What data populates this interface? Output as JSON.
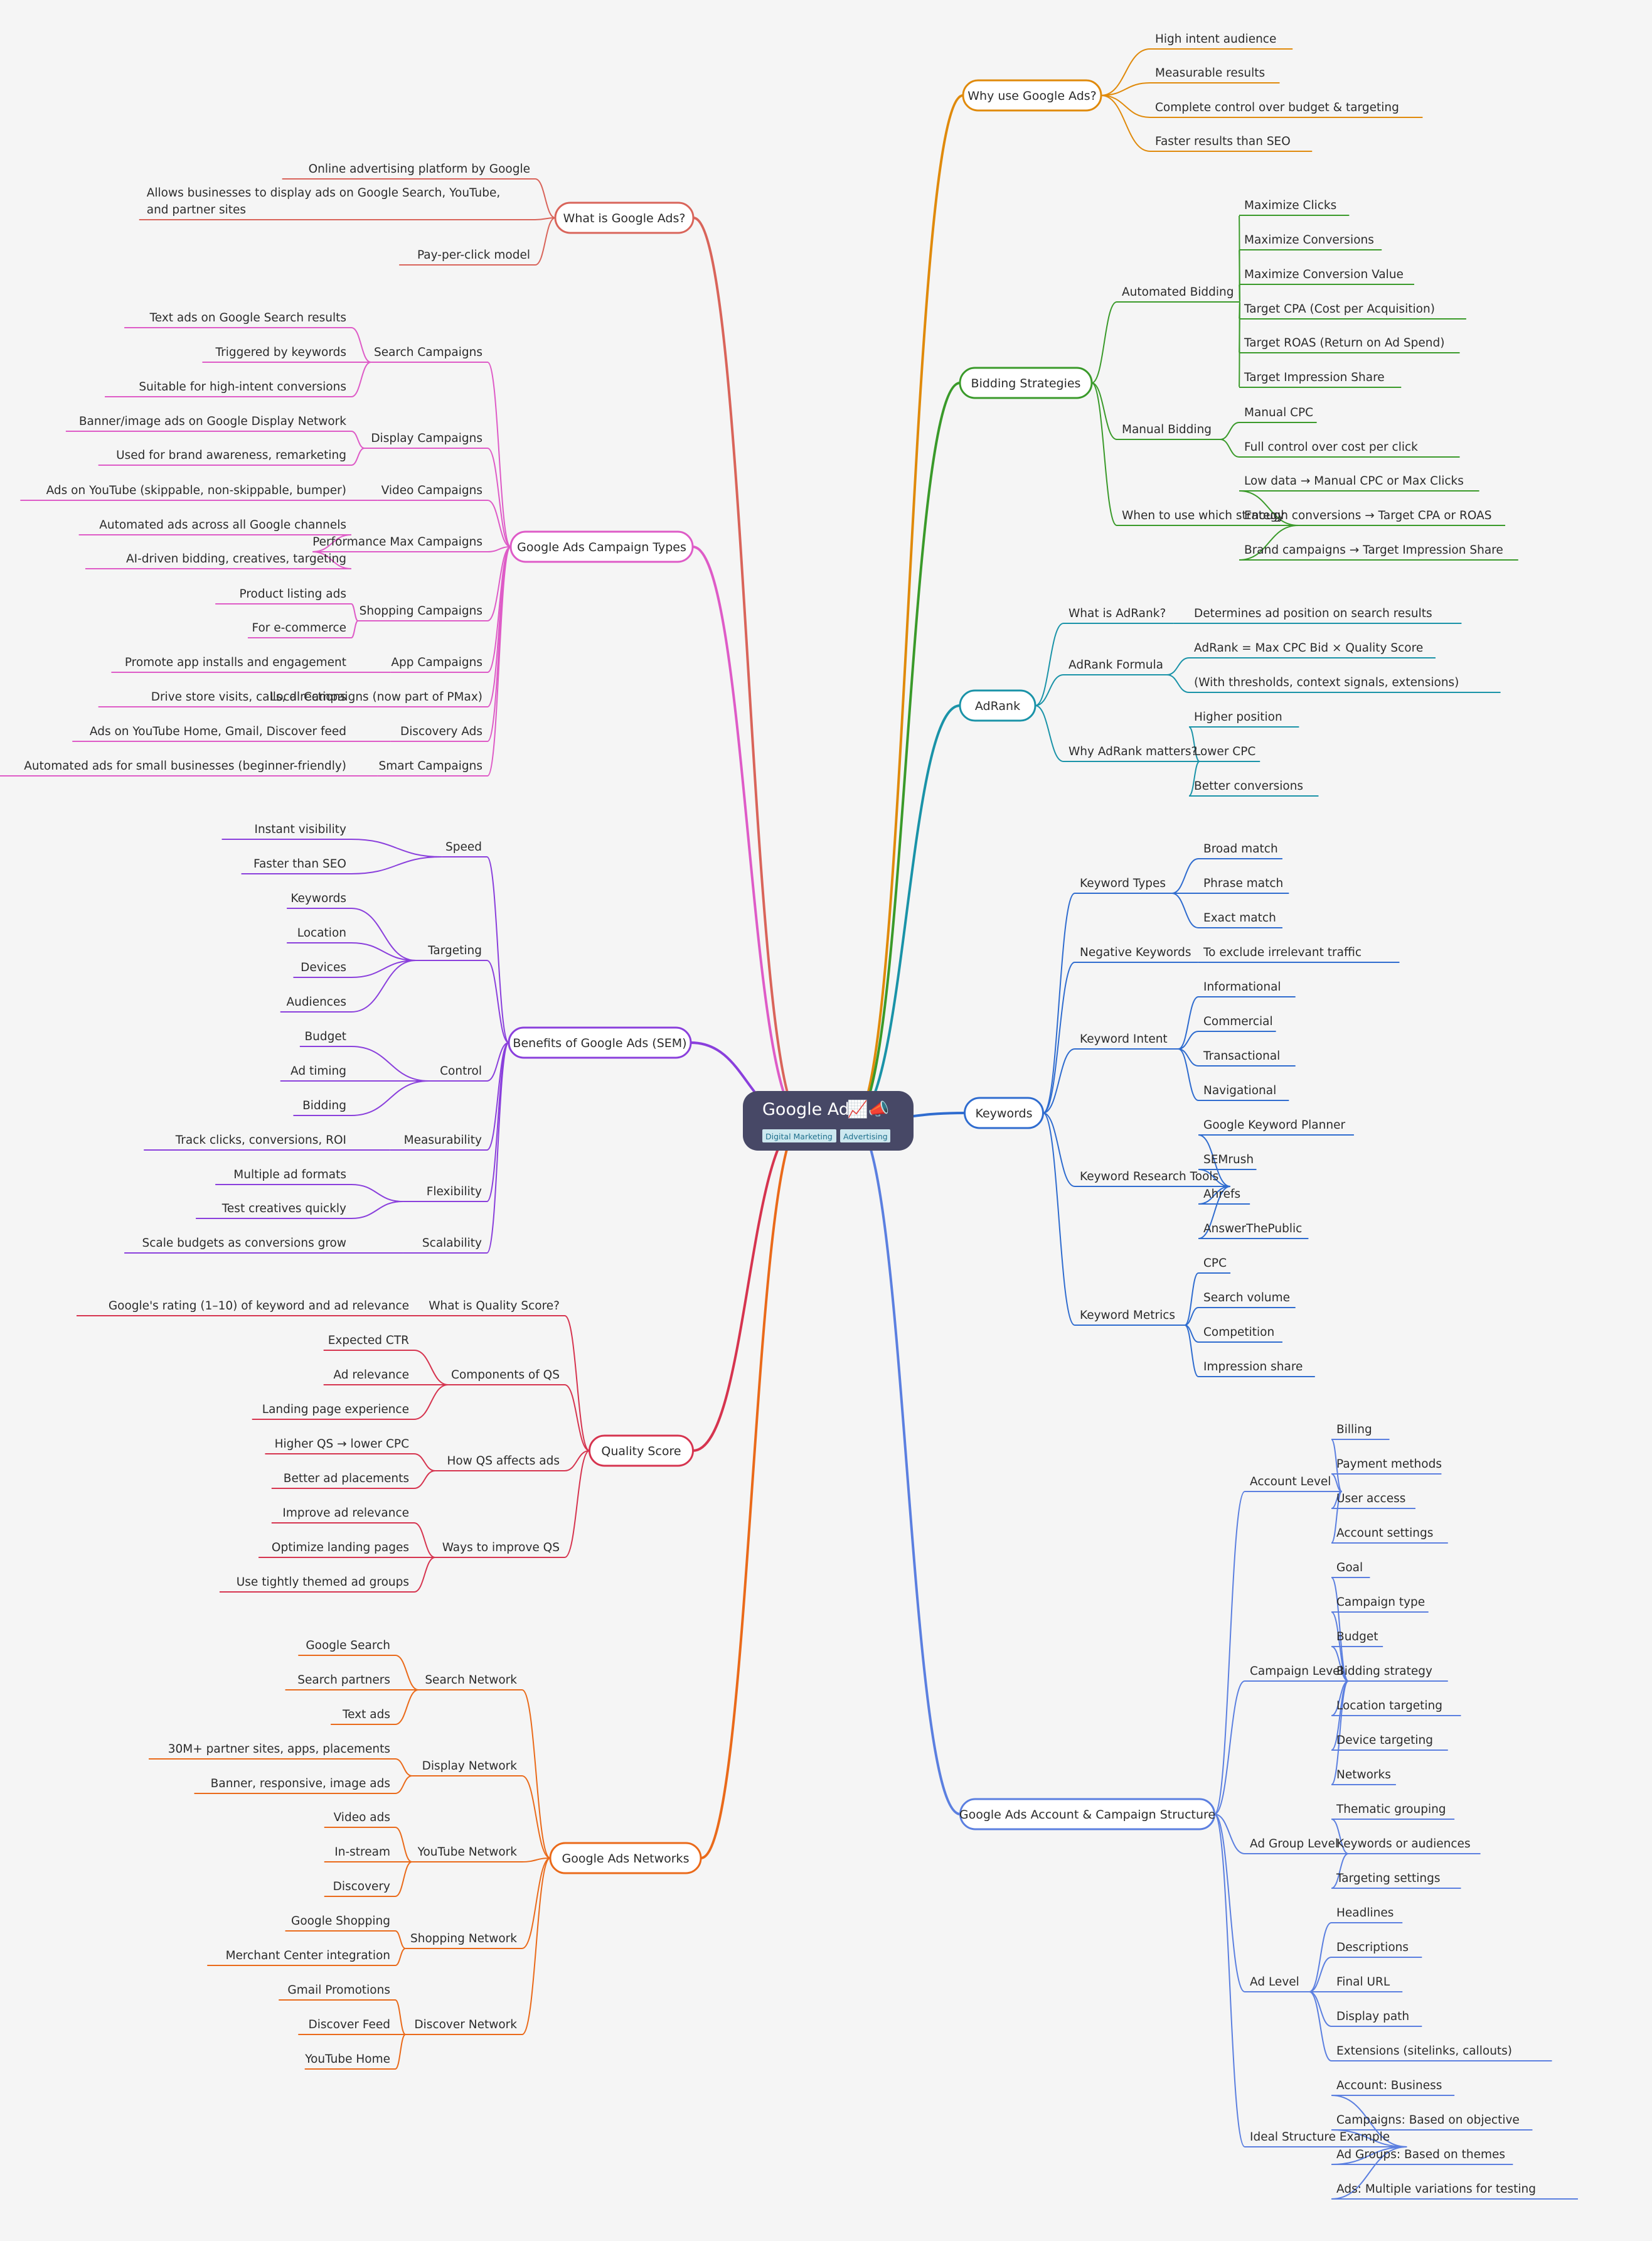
{
  "root": {
    "title": "Google Ads",
    "emoji": "📈📣",
    "tags": [
      "Digital Marketing",
      "Advertising"
    ]
  },
  "branches": [
    {
      "label": "Why use Google Ads?",
      "side": "right",
      "color": "#e08a0b",
      "children": [
        {
          "label": "High intent audience"
        },
        {
          "label": "Measurable results"
        },
        {
          "label": "Complete control over budget & targeting"
        },
        {
          "label": "Faster results than SEO"
        }
      ]
    },
    {
      "label": "Bidding Strategies",
      "side": "right",
      "color": "#3a9a2a",
      "children": [
        {
          "label": "Automated Bidding",
          "children": [
            {
              "label": "Maximize Clicks"
            },
            {
              "label": "Maximize Conversions"
            },
            {
              "label": "Maximize Conversion Value"
            },
            {
              "label": "Target CPA (Cost per Acquisition)"
            },
            {
              "label": "Target ROAS (Return on Ad Spend)"
            },
            {
              "label": "Target Impression Share"
            }
          ]
        },
        {
          "label": "Manual Bidding",
          "children": [
            {
              "label": "Manual CPC"
            },
            {
              "label": "Full control over cost per click"
            }
          ]
        },
        {
          "label": "When to use which strategy",
          "children": [
            {
              "label": "Low data → Manual CPC or Max Clicks"
            },
            {
              "label": "Enough conversions → Target CPA or ROAS"
            },
            {
              "label": "Brand campaigns → Target Impression Share"
            }
          ]
        }
      ]
    },
    {
      "label": "AdRank",
      "side": "right",
      "color": "#1a93a8",
      "children": [
        {
          "label": "What is AdRank?",
          "children": [
            {
              "label": "Determines ad position on search results"
            }
          ]
        },
        {
          "label": "AdRank Formula",
          "children": [
            {
              "label": "AdRank = Max CPC Bid × Quality Score"
            },
            {
              "label": "(With thresholds, context signals, extensions)"
            }
          ]
        },
        {
          "label": "Why AdRank matters?",
          "children": [
            {
              "label": "Higher position"
            },
            {
              "label": "Lower CPC"
            },
            {
              "label": "Better conversions"
            }
          ]
        }
      ]
    },
    {
      "label": "Keywords",
      "side": "right",
      "color": "#2f6ccf",
      "children": [
        {
          "label": "Keyword Types",
          "children": [
            {
              "label": "Broad match"
            },
            {
              "label": "Phrase match"
            },
            {
              "label": "Exact match"
            }
          ]
        },
        {
          "label": "Negative Keywords",
          "children": [
            {
              "label": "To exclude irrelevant traffic"
            }
          ]
        },
        {
          "label": "Keyword Intent",
          "children": [
            {
              "label": "Informational"
            },
            {
              "label": "Commercial"
            },
            {
              "label": "Transactional"
            },
            {
              "label": "Navigational"
            }
          ]
        },
        {
          "label": "Keyword Research Tools",
          "children": [
            {
              "label": "Google Keyword Planner"
            },
            {
              "label": "SEMrush"
            },
            {
              "label": "Ahrefs"
            },
            {
              "label": "AnswerThePublic"
            }
          ]
        },
        {
          "label": "Keyword Metrics",
          "children": [
            {
              "label": "CPC"
            },
            {
              "label": "Search volume"
            },
            {
              "label": "Competition"
            },
            {
              "label": "Impression share"
            }
          ]
        }
      ]
    },
    {
      "label": "Google Ads Account & Campaign Structure",
      "side": "right",
      "color": "#5b7fe0",
      "children": [
        {
          "label": "Account Level",
          "children": [
            {
              "label": "Billing"
            },
            {
              "label": "Payment methods"
            },
            {
              "label": "User access"
            },
            {
              "label": "Account settings"
            }
          ]
        },
        {
          "label": "Campaign Level",
          "children": [
            {
              "label": "Goal"
            },
            {
              "label": "Campaign type"
            },
            {
              "label": "Budget"
            },
            {
              "label": "Bidding strategy"
            },
            {
              "label": "Location targeting"
            },
            {
              "label": "Device targeting"
            },
            {
              "label": "Networks"
            }
          ]
        },
        {
          "label": "Ad Group Level",
          "children": [
            {
              "label": "Thematic grouping"
            },
            {
              "label": "Keywords or audiences"
            },
            {
              "label": "Targeting settings"
            }
          ]
        },
        {
          "label": "Ad Level",
          "children": [
            {
              "label": "Headlines"
            },
            {
              "label": "Descriptions"
            },
            {
              "label": "Final URL"
            },
            {
              "label": "Display path"
            },
            {
              "label": "Extensions (sitelinks, callouts)"
            }
          ]
        },
        {
          "label": "Ideal Structure Example",
          "children": [
            {
              "label": "Account: Business"
            },
            {
              "label": "Campaigns: Based on objective"
            },
            {
              "label": "Ad Groups: Based on themes"
            },
            {
              "label": "Ads: Multiple variations for testing"
            }
          ]
        }
      ]
    },
    {
      "label": "What is Google Ads?",
      "side": "left",
      "color": "#d9645a",
      "children": [
        {
          "label": "Online advertising platform by Google"
        },
        {
          "label": "Allows businesses to display ads on Google Search, YouTube, and partner sites"
        },
        {
          "label": "Pay-per-click model"
        }
      ]
    },
    {
      "label": "Google Ads Campaign Types",
      "side": "left",
      "color": "#de5bc7",
      "children": [
        {
          "label": "Search Campaigns",
          "children": [
            {
              "label": "Text ads on Google Search results"
            },
            {
              "label": "Triggered by keywords"
            },
            {
              "label": "Suitable for high-intent conversions"
            }
          ]
        },
        {
          "label": "Display Campaigns",
          "children": [
            {
              "label": "Banner/image ads on Google Display Network"
            },
            {
              "label": "Used for brand awareness, remarketing"
            }
          ]
        },
        {
          "label": "Video Campaigns",
          "children": [
            {
              "label": "Ads on YouTube (skippable, non-skippable, bumper)"
            }
          ]
        },
        {
          "label": "Performance Max Campaigns",
          "children": [
            {
              "label": "Automated ads across all Google channels"
            },
            {
              "label": "AI-driven bidding, creatives, targeting"
            }
          ]
        },
        {
          "label": "Shopping Campaigns",
          "children": [
            {
              "label": "Product listing ads"
            },
            {
              "label": "For e-commerce"
            }
          ]
        },
        {
          "label": "App Campaigns",
          "children": [
            {
              "label": "Promote app installs and engagement"
            }
          ]
        },
        {
          "label": "Local Campaigns (now part of PMax)",
          "children": [
            {
              "label": "Drive store visits, calls, directions"
            }
          ]
        },
        {
          "label": "Discovery Ads",
          "children": [
            {
              "label": "Ads on YouTube Home, Gmail, Discover feed"
            }
          ]
        },
        {
          "label": "Smart Campaigns",
          "children": [
            {
              "label": "Automated ads for small businesses (beginner-friendly)"
            }
          ]
        }
      ]
    },
    {
      "label": "Benefits of Google Ads (SEM)",
      "side": "left",
      "color": "#8a3fdc",
      "children": [
        {
          "label": "Speed",
          "children": [
            {
              "label": "Instant visibility"
            },
            {
              "label": "Faster than SEO"
            }
          ]
        },
        {
          "label": "Targeting",
          "children": [
            {
              "label": "Keywords"
            },
            {
              "label": "Location"
            },
            {
              "label": "Devices"
            },
            {
              "label": "Audiences"
            }
          ]
        },
        {
          "label": "Control",
          "children": [
            {
              "label": "Budget"
            },
            {
              "label": "Ad timing"
            },
            {
              "label": "Bidding"
            }
          ]
        },
        {
          "label": "Measurability",
          "children": [
            {
              "label": "Track clicks, conversions, ROI"
            }
          ]
        },
        {
          "label": "Flexibility",
          "children": [
            {
              "label": "Multiple ad formats"
            },
            {
              "label": "Test creatives quickly"
            }
          ]
        },
        {
          "label": "Scalability",
          "children": [
            {
              "label": "Scale budgets as conversions grow"
            }
          ]
        }
      ]
    },
    {
      "label": "Quality Score",
      "side": "left",
      "color": "#d6344f",
      "children": [
        {
          "label": "What is Quality Score?",
          "children": [
            {
              "label": "Google's rating (1–10) of keyword and ad relevance"
            }
          ]
        },
        {
          "label": "Components of QS",
          "children": [
            {
              "label": "Expected CTR"
            },
            {
              "label": "Ad relevance"
            },
            {
              "label": "Landing page experience"
            }
          ]
        },
        {
          "label": "How QS affects ads",
          "children": [
            {
              "label": "Higher QS → lower CPC"
            },
            {
              "label": "Better ad placements"
            }
          ]
        },
        {
          "label": "Ways to improve QS",
          "children": [
            {
              "label": "Improve ad relevance"
            },
            {
              "label": "Optimize landing pages"
            },
            {
              "label": "Use tightly themed ad groups"
            }
          ]
        }
      ]
    },
    {
      "label": "Google Ads Networks",
      "side": "left",
      "color": "#ea6a1a",
      "children": [
        {
          "label": "Search Network",
          "children": [
            {
              "label": "Google Search"
            },
            {
              "label": "Search partners"
            },
            {
              "label": "Text ads"
            }
          ]
        },
        {
          "label": "Display Network",
          "children": [
            {
              "label": "30M+ partner sites, apps, placements"
            },
            {
              "label": "Banner, responsive, image ads"
            }
          ]
        },
        {
          "label": "YouTube Network",
          "children": [
            {
              "label": "Video ads"
            },
            {
              "label": "In-stream"
            },
            {
              "label": "Discovery"
            }
          ]
        },
        {
          "label": "Shopping Network",
          "children": [
            {
              "label": "Google Shopping"
            },
            {
              "label": "Merchant Center integration"
            }
          ]
        },
        {
          "label": "Discover Network",
          "children": [
            {
              "label": "Gmail Promotions"
            },
            {
              "label": "Discover Feed"
            },
            {
              "label": "YouTube Home"
            }
          ]
        }
      ]
    }
  ]
}
